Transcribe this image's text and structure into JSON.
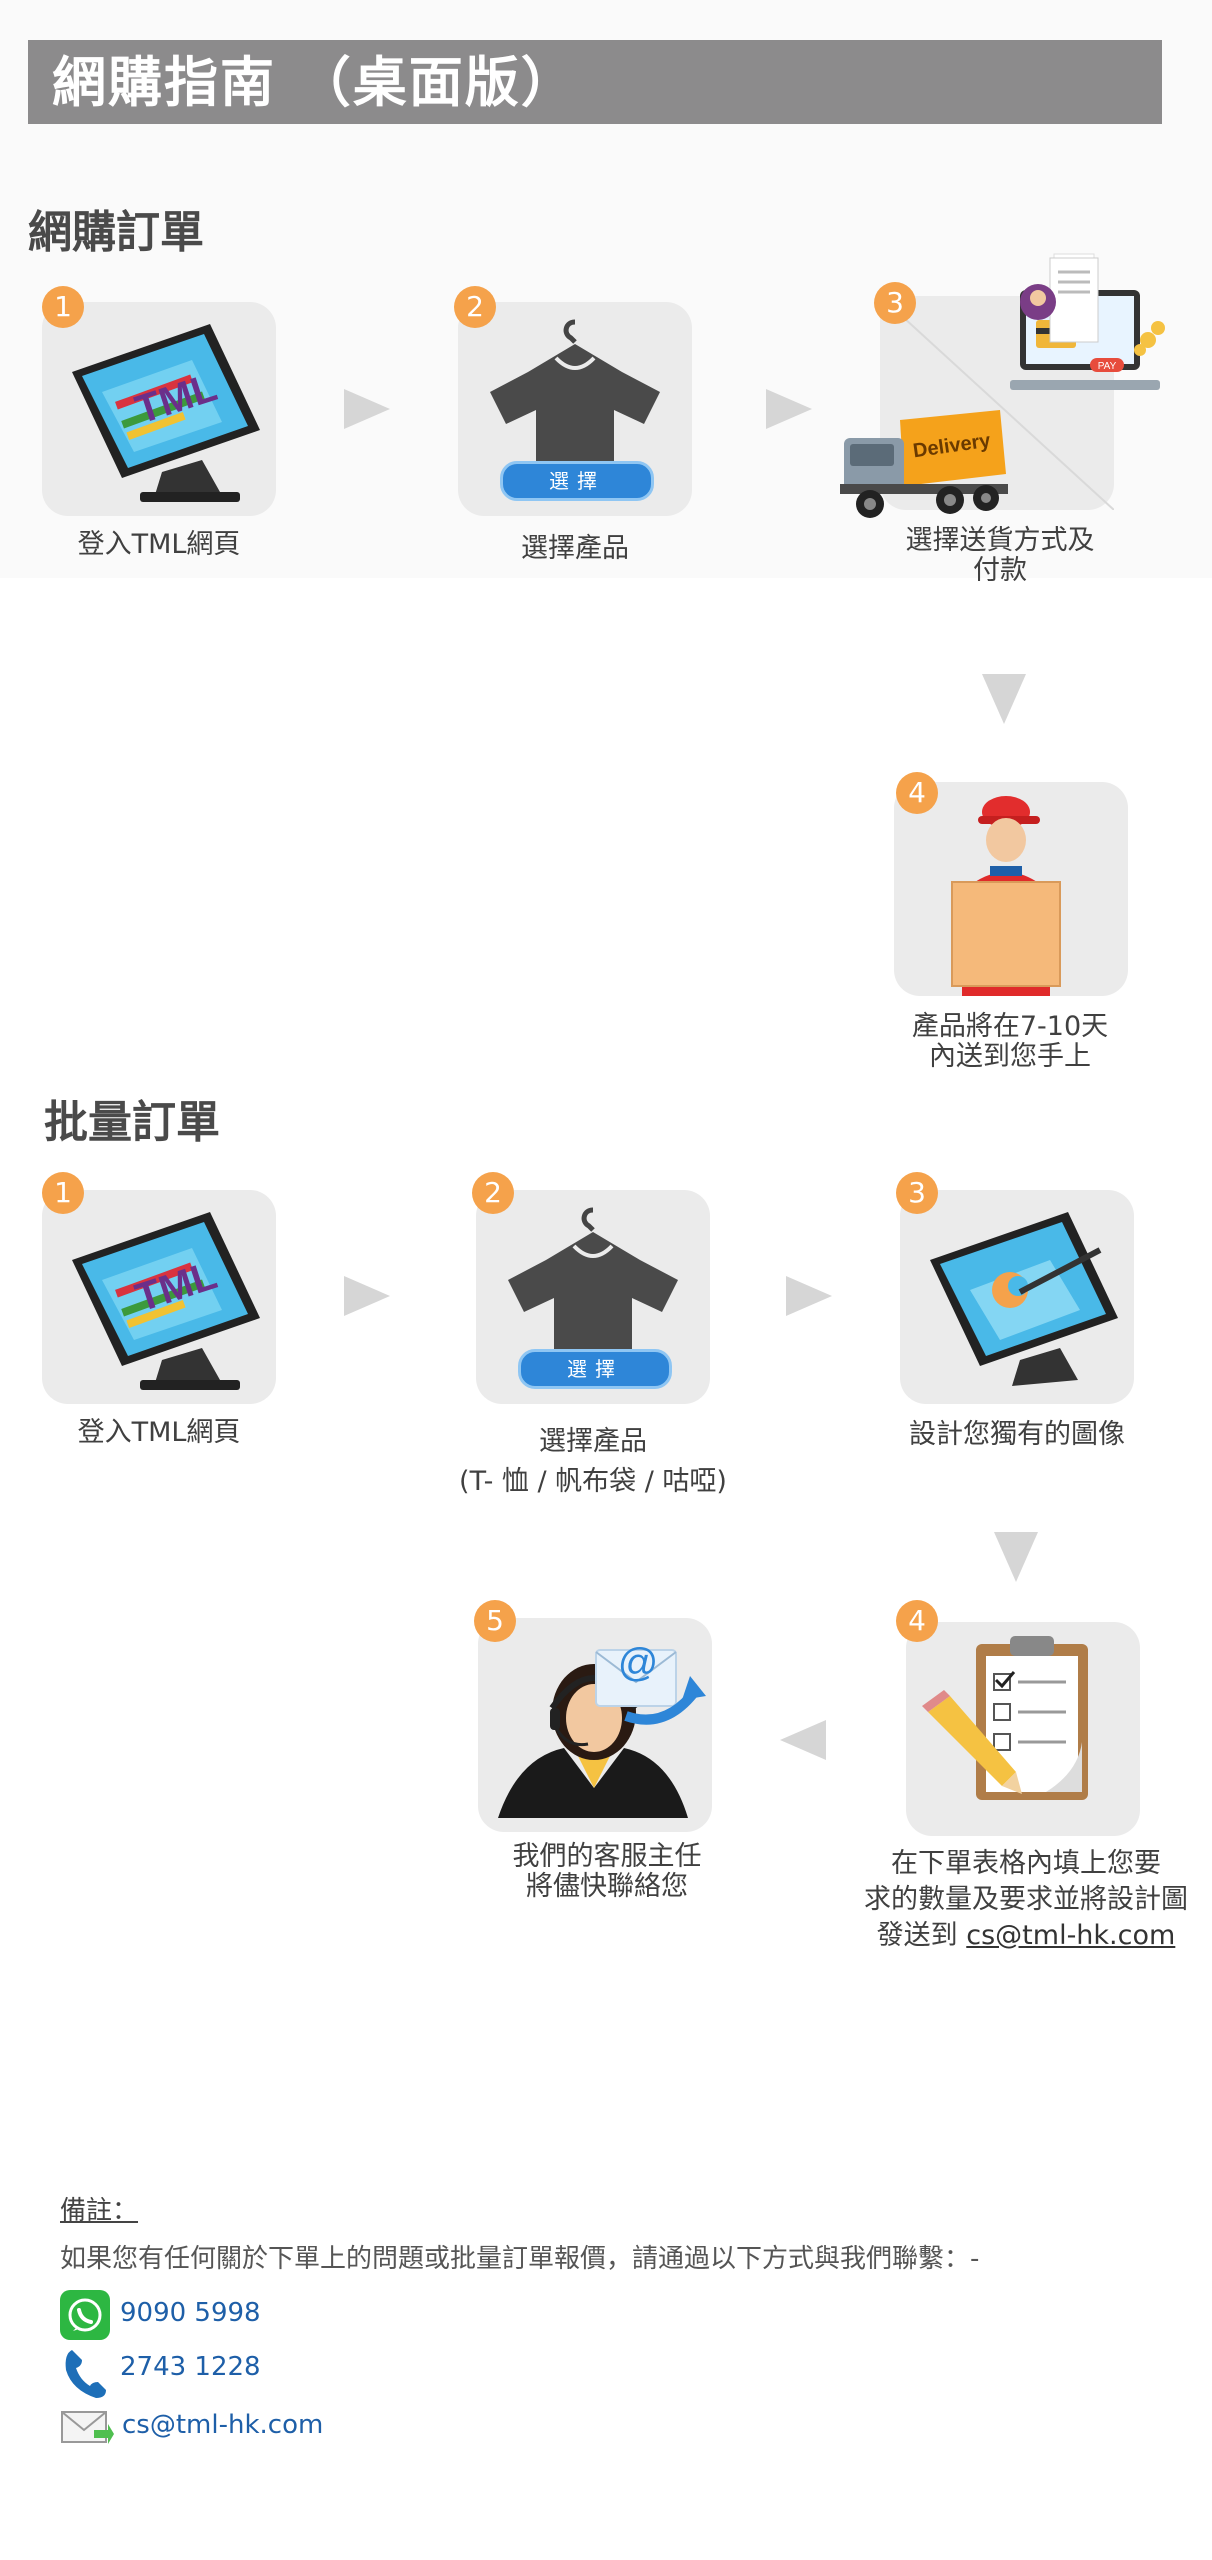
{
  "header": {
    "title": "網購指南 （桌面版）"
  },
  "online": {
    "title": "網購訂單",
    "steps": [
      {
        "num": "1",
        "caption": "登入TML網頁"
      },
      {
        "num": "2",
        "caption": "選擇產品",
        "button": "選擇"
      },
      {
        "num": "3",
        "caption_line1": "選擇送貨方式及",
        "caption_line2": "付款",
        "truck": "Delivery",
        "pay": "PAY"
      },
      {
        "num": "4",
        "caption_line1": "產品將在7-10天",
        "caption_line2": "內送到您手上"
      }
    ]
  },
  "bulk": {
    "title": "批量訂單",
    "steps": [
      {
        "num": "1",
        "caption": "登入TML網頁"
      },
      {
        "num": "2",
        "caption_line1": "選擇產品",
        "caption_line2": "(T- 恤 / 帆布袋 / 咕啞)",
        "button": "選擇"
      },
      {
        "num": "3",
        "caption": "設計您獨有的圖像"
      },
      {
        "num": "4",
        "caption_line1": "在下單表格內填上您要",
        "caption_line2": "求的數量及要求並將設計圖",
        "caption_line3_prefix": "發送到 ",
        "caption_line3_email": "cs@tml-hk.com"
      },
      {
        "num": "5",
        "caption_line1": "我們的客服主任",
        "caption_line2": "將儘快聯絡您"
      }
    ]
  },
  "notes": {
    "label": "備註：",
    "text": "如果您有任何關於下單上的問題或批量訂單報價，請通過以下方式與我們聯繫：-",
    "whatsapp": "9090 5998",
    "phone": "2743 1228",
    "email": "cs@tml-hk.com"
  },
  "colors": {
    "badge": "#f5a24b",
    "header": "#8c8b8c",
    "card": "#ebebeb",
    "link": "#1e5fa8"
  }
}
